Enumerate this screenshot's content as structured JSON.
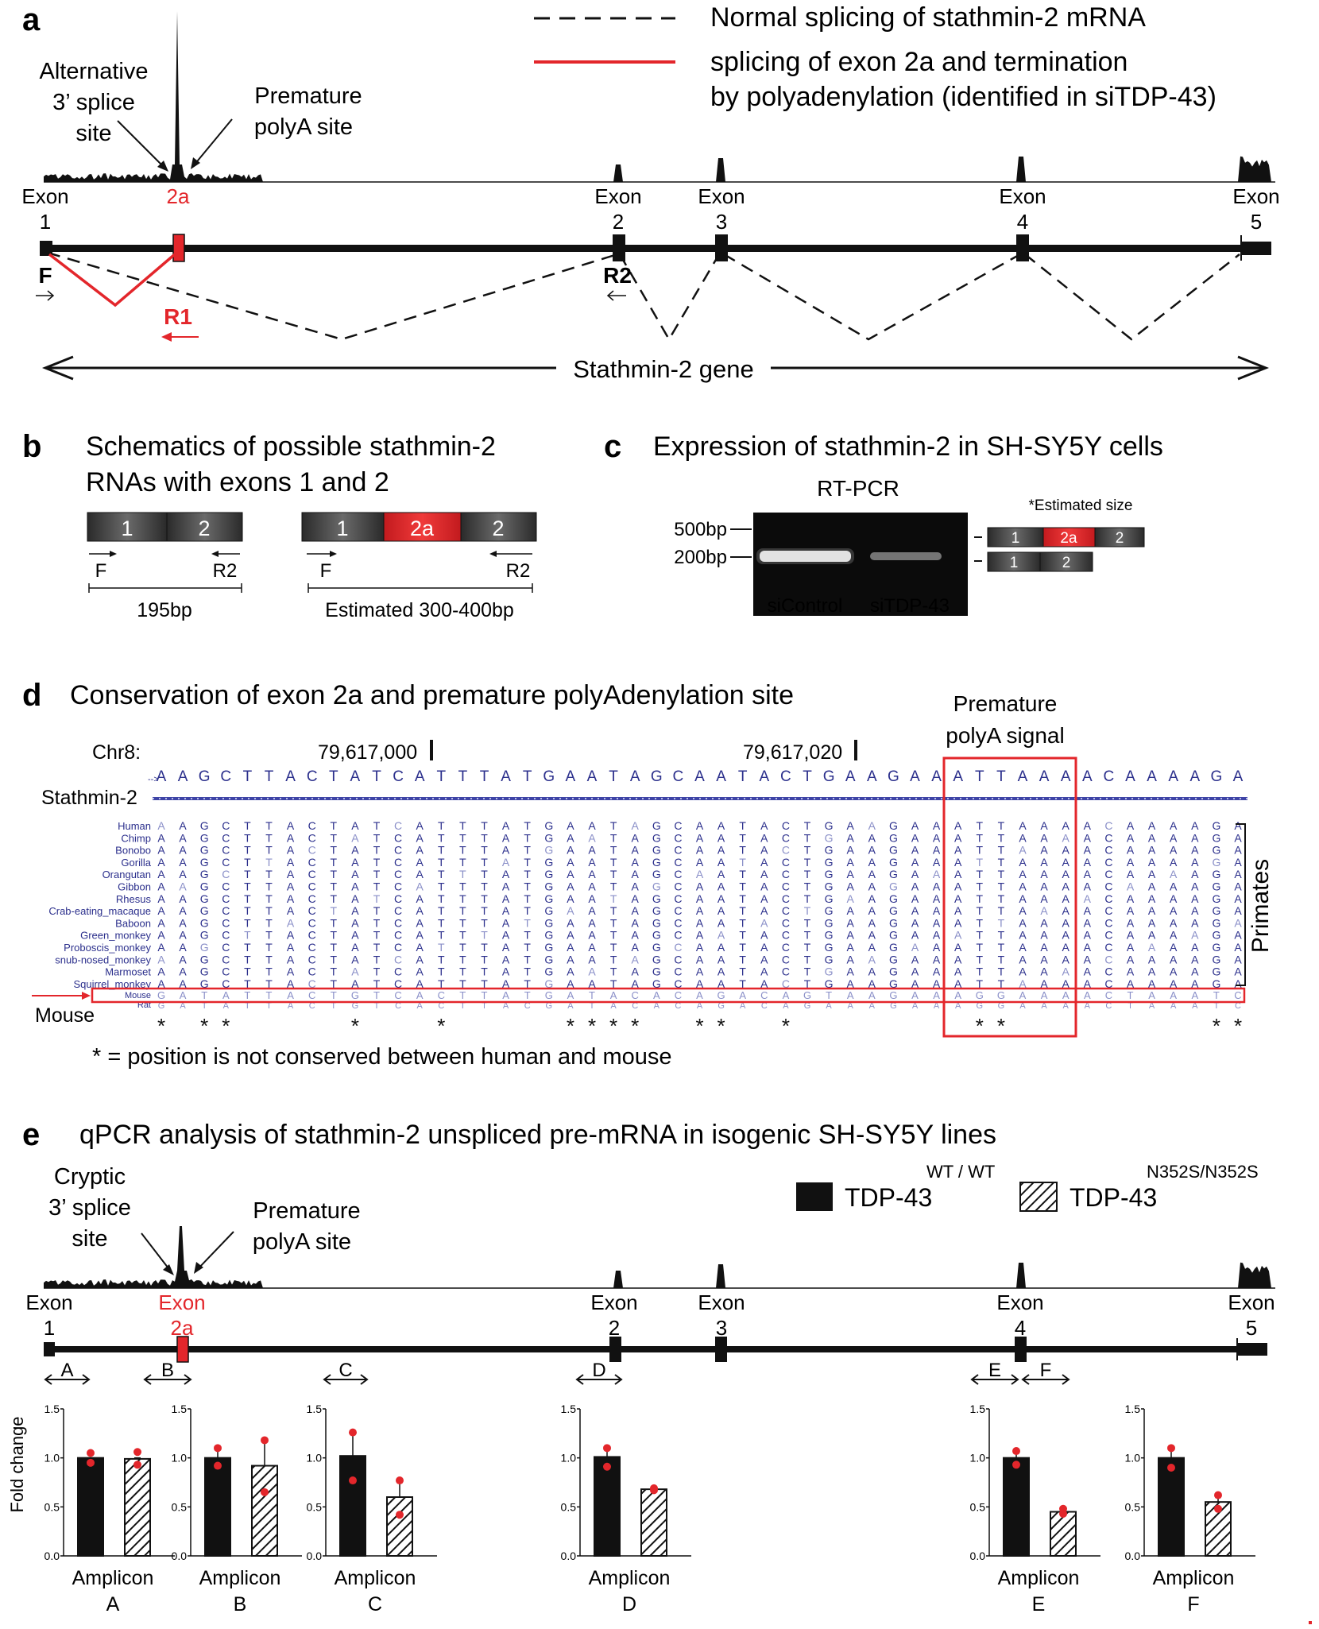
{
  "panel_a": {
    "letter": "a",
    "legend_dashed": "Normal splicing of stathmin-2 mRNA",
    "legend_red_line1": "splicing of exon 2a and termination",
    "legend_red_line2": "by polyadenylation (identified in siTDP-43)",
    "alt_splice_line1": "Alternative",
    "alt_splice_line2": "3’ splice",
    "alt_splice_line3": "site",
    "polya_line1": "Premature",
    "polya_line2": "polyA site",
    "exon_word": "Exon",
    "exons": [
      {
        "label": "Exon",
        "num": "1"
      },
      {
        "label": "",
        "num": "2a"
      },
      {
        "label": "Exon",
        "num": "2"
      },
      {
        "label": "Exon",
        "num": "3"
      },
      {
        "label": "Exon",
        "num": "4"
      },
      {
        "label": "Exon",
        "num": "5"
      }
    ],
    "primer_f": "F",
    "primer_r2": "R2",
    "primer_r1": "R1",
    "gene_label": "Stathmin-2 gene",
    "colors": {
      "exon2a": "#e8262a",
      "dark": "#1a1a1a"
    }
  },
  "panel_b": {
    "letter": "b",
    "title_line1": "Schematics of possible stathmin-2",
    "title_line2": "RNAs with exons 1 and 2",
    "rna1": {
      "ex1": "1",
      "ex2": "2",
      "f": "F",
      "r": "R2",
      "size": "195bp"
    },
    "rna2": {
      "ex1": "1",
      "ex2a": "2a",
      "ex2": "2",
      "f": "F",
      "r": "R2",
      "size": "Estimated 300-400bp"
    }
  },
  "panel_c": {
    "letter": "c",
    "title": "Expression of stathmin-2 in SH-SY5Y cells",
    "method": "RT-PCR",
    "estimated": "*Estimated size",
    "marker_500": "500bp",
    "marker_200": "200bp",
    "lane1": "siControl",
    "lane2": "siTDP-43",
    "band_upper": {
      "ex1": "1",
      "ex2a": "2a",
      "ex2": "2"
    },
    "band_lower": {
      "ex1": "1",
      "ex2": "2"
    }
  },
  "panel_d": {
    "letter": "d",
    "title": "Conservation of exon 2a and premature polyAdenylation site",
    "chr": "Chr8:",
    "coord1": "79,617,000",
    "coord2": "79,617,020",
    "signal_line1": "Premature",
    "signal_line2": "polyA signal",
    "gene_track": "Stathmin-2",
    "sequence": "AAGCTTACTATCATTTATGAATAGCAATACTGAAGAAATTAAAACAAAAGA",
    "species": [
      "Human",
      "Chimp",
      "Bonobo",
      "Gorilla",
      "Orangutan",
      "Gibbon",
      "Rhesus",
      "Crab-eating_macaque",
      "Baboon",
      "Green_monkey",
      "Proboscis_monkey",
      "snub-nosed_monkey",
      "Marmoset",
      "Squirrel_monkey"
    ],
    "mouse_label_small": "Mouse",
    "rat_label_small": "Rat",
    "mouse_label": "Mouse",
    "primates_label": "Primates",
    "star": "*",
    "star_positions": [
      0,
      2,
      3,
      9,
      13,
      19,
      20,
      21,
      22,
      25,
      26,
      29,
      38,
      39,
      49,
      50
    ],
    "mouse_sequence": "GATATTACTGTCACTTATGATACACAGACAGTAAGAAAGGAAAACTAAATC",
    "rat_sequence": "GATATTACTGTCACTTACGATACACAGACAGAAAGAAAGGAAAACTAAATC",
    "footnote": "* = position is not conserved between human and mouse",
    "colors": {
      "seq_blue": "#2b2f8c",
      "seq_light": "#8a8fc8",
      "box_red": "#e3262b"
    }
  },
  "panel_e": {
    "letter": "e",
    "title": "qPCR analysis of stathmin-2 unspliced pre-mRNA in isogenic SH-SY5Y lines",
    "legend_wt_sup": "WT / WT",
    "legend_wt_text": "TDP-43",
    "legend_mut_sup": "N352S/N352S",
    "legend_mut_text": "TDP-43",
    "cryptic_line1": "Cryptic",
    "cryptic_line2": "3’ splice",
    "cryptic_line3": "site",
    "polya_line1": "Premature",
    "polya_line2": "polyA site",
    "exons": [
      {
        "label": "Exon",
        "num": "1"
      },
      {
        "label": "Exon",
        "num": "2a"
      },
      {
        "label": "Exon",
        "num": "2"
      },
      {
        "label": "Exon",
        "num": "3"
      },
      {
        "label": "Exon",
        "num": "4"
      },
      {
        "label": "Exon",
        "num": "5"
      }
    ],
    "amplicon_letters": [
      "A",
      "B",
      "C",
      "D",
      "E",
      "F"
    ],
    "y_axis_label": "Fold change",
    "amplicon_word": "Amplicon"
  },
  "chart_data": [
    {
      "type": "bar",
      "title": "",
      "xlabel": "Amplicon A",
      "ylabel": "Fold change",
      "ylim": [
        0,
        1.5
      ],
      "yticks": [
        "0.0",
        "0.5",
        "1.0",
        "1.5"
      ],
      "categories": [
        "TDP-43 WT/WT",
        "TDP-43 N352S/N352S"
      ],
      "values": [
        1.0,
        0.99
      ],
      "error": [
        0.0,
        0.01
      ],
      "points": [
        [
          1.05,
          0.95
        ],
        [
          1.06,
          0.93
        ]
      ]
    },
    {
      "type": "bar",
      "title": "",
      "xlabel": "Amplicon B",
      "ylabel": "Fold change",
      "ylim": [
        0,
        1.5
      ],
      "yticks": [
        "0.0",
        "0.5",
        "1.0",
        "1.5"
      ],
      "categories": [
        "TDP-43 WT/WT",
        "TDP-43 N352S/N352S"
      ],
      "values": [
        1.0,
        0.92
      ],
      "error": [
        0.1,
        0.26
      ],
      "points": [
        [
          1.1,
          0.92
        ],
        [
          1.18,
          0.65
        ]
      ]
    },
    {
      "type": "bar",
      "title": "",
      "xlabel": "Amplicon C",
      "ylabel": "Fold change",
      "ylim": [
        0,
        1.5
      ],
      "yticks": [
        "0.0",
        "0.5",
        "1.0",
        "1.5"
      ],
      "categories": [
        "TDP-43 WT/WT",
        "TDP-43 N352S/N352S"
      ],
      "values": [
        1.02,
        0.6
      ],
      "error": [
        0.24,
        0.16
      ],
      "points": [
        [
          1.26,
          0.77
        ],
        [
          0.77,
          0.42
        ]
      ]
    },
    {
      "type": "bar",
      "title": "",
      "xlabel": "Amplicon D",
      "ylabel": "Fold change",
      "ylim": [
        0,
        1.5
      ],
      "yticks": [
        "0.0",
        "0.5",
        "1.0",
        "1.5"
      ],
      "categories": [
        "TDP-43 WT/WT",
        "TDP-43 N352S/N352S"
      ],
      "values": [
        1.01,
        0.68
      ],
      "error": [
        0.1,
        0.01
      ],
      "points": [
        [
          1.1,
          0.91
        ],
        [
          0.69,
          0.67
        ]
      ]
    },
    {
      "type": "bar",
      "title": "",
      "xlabel": "Amplicon E",
      "ylabel": "Fold change",
      "ylim": [
        0,
        1.5
      ],
      "yticks": [
        "0.0",
        "0.5",
        "1.0",
        "1.5"
      ],
      "categories": [
        "TDP-43 WT/WT",
        "TDP-43 N352S/N352S"
      ],
      "values": [
        1.0,
        0.45
      ],
      "error": [
        0.07,
        0.03
      ],
      "points": [
        [
          1.07,
          0.93
        ],
        [
          0.48,
          0.43
        ]
      ]
    },
    {
      "type": "bar",
      "title": "",
      "xlabel": "Amplicon F",
      "ylabel": "Fold change",
      "ylim": [
        0,
        1.5
      ],
      "yticks": [
        "0.0",
        "0.5",
        "1.0",
        "1.5"
      ],
      "categories": [
        "TDP-43 WT/WT",
        "TDP-43 N352S/N352S"
      ],
      "values": [
        1.0,
        0.55
      ],
      "error": [
        0.11,
        0.07
      ],
      "points": [
        [
          1.1,
          0.9
        ],
        [
          0.62,
          0.48
        ]
      ]
    }
  ]
}
